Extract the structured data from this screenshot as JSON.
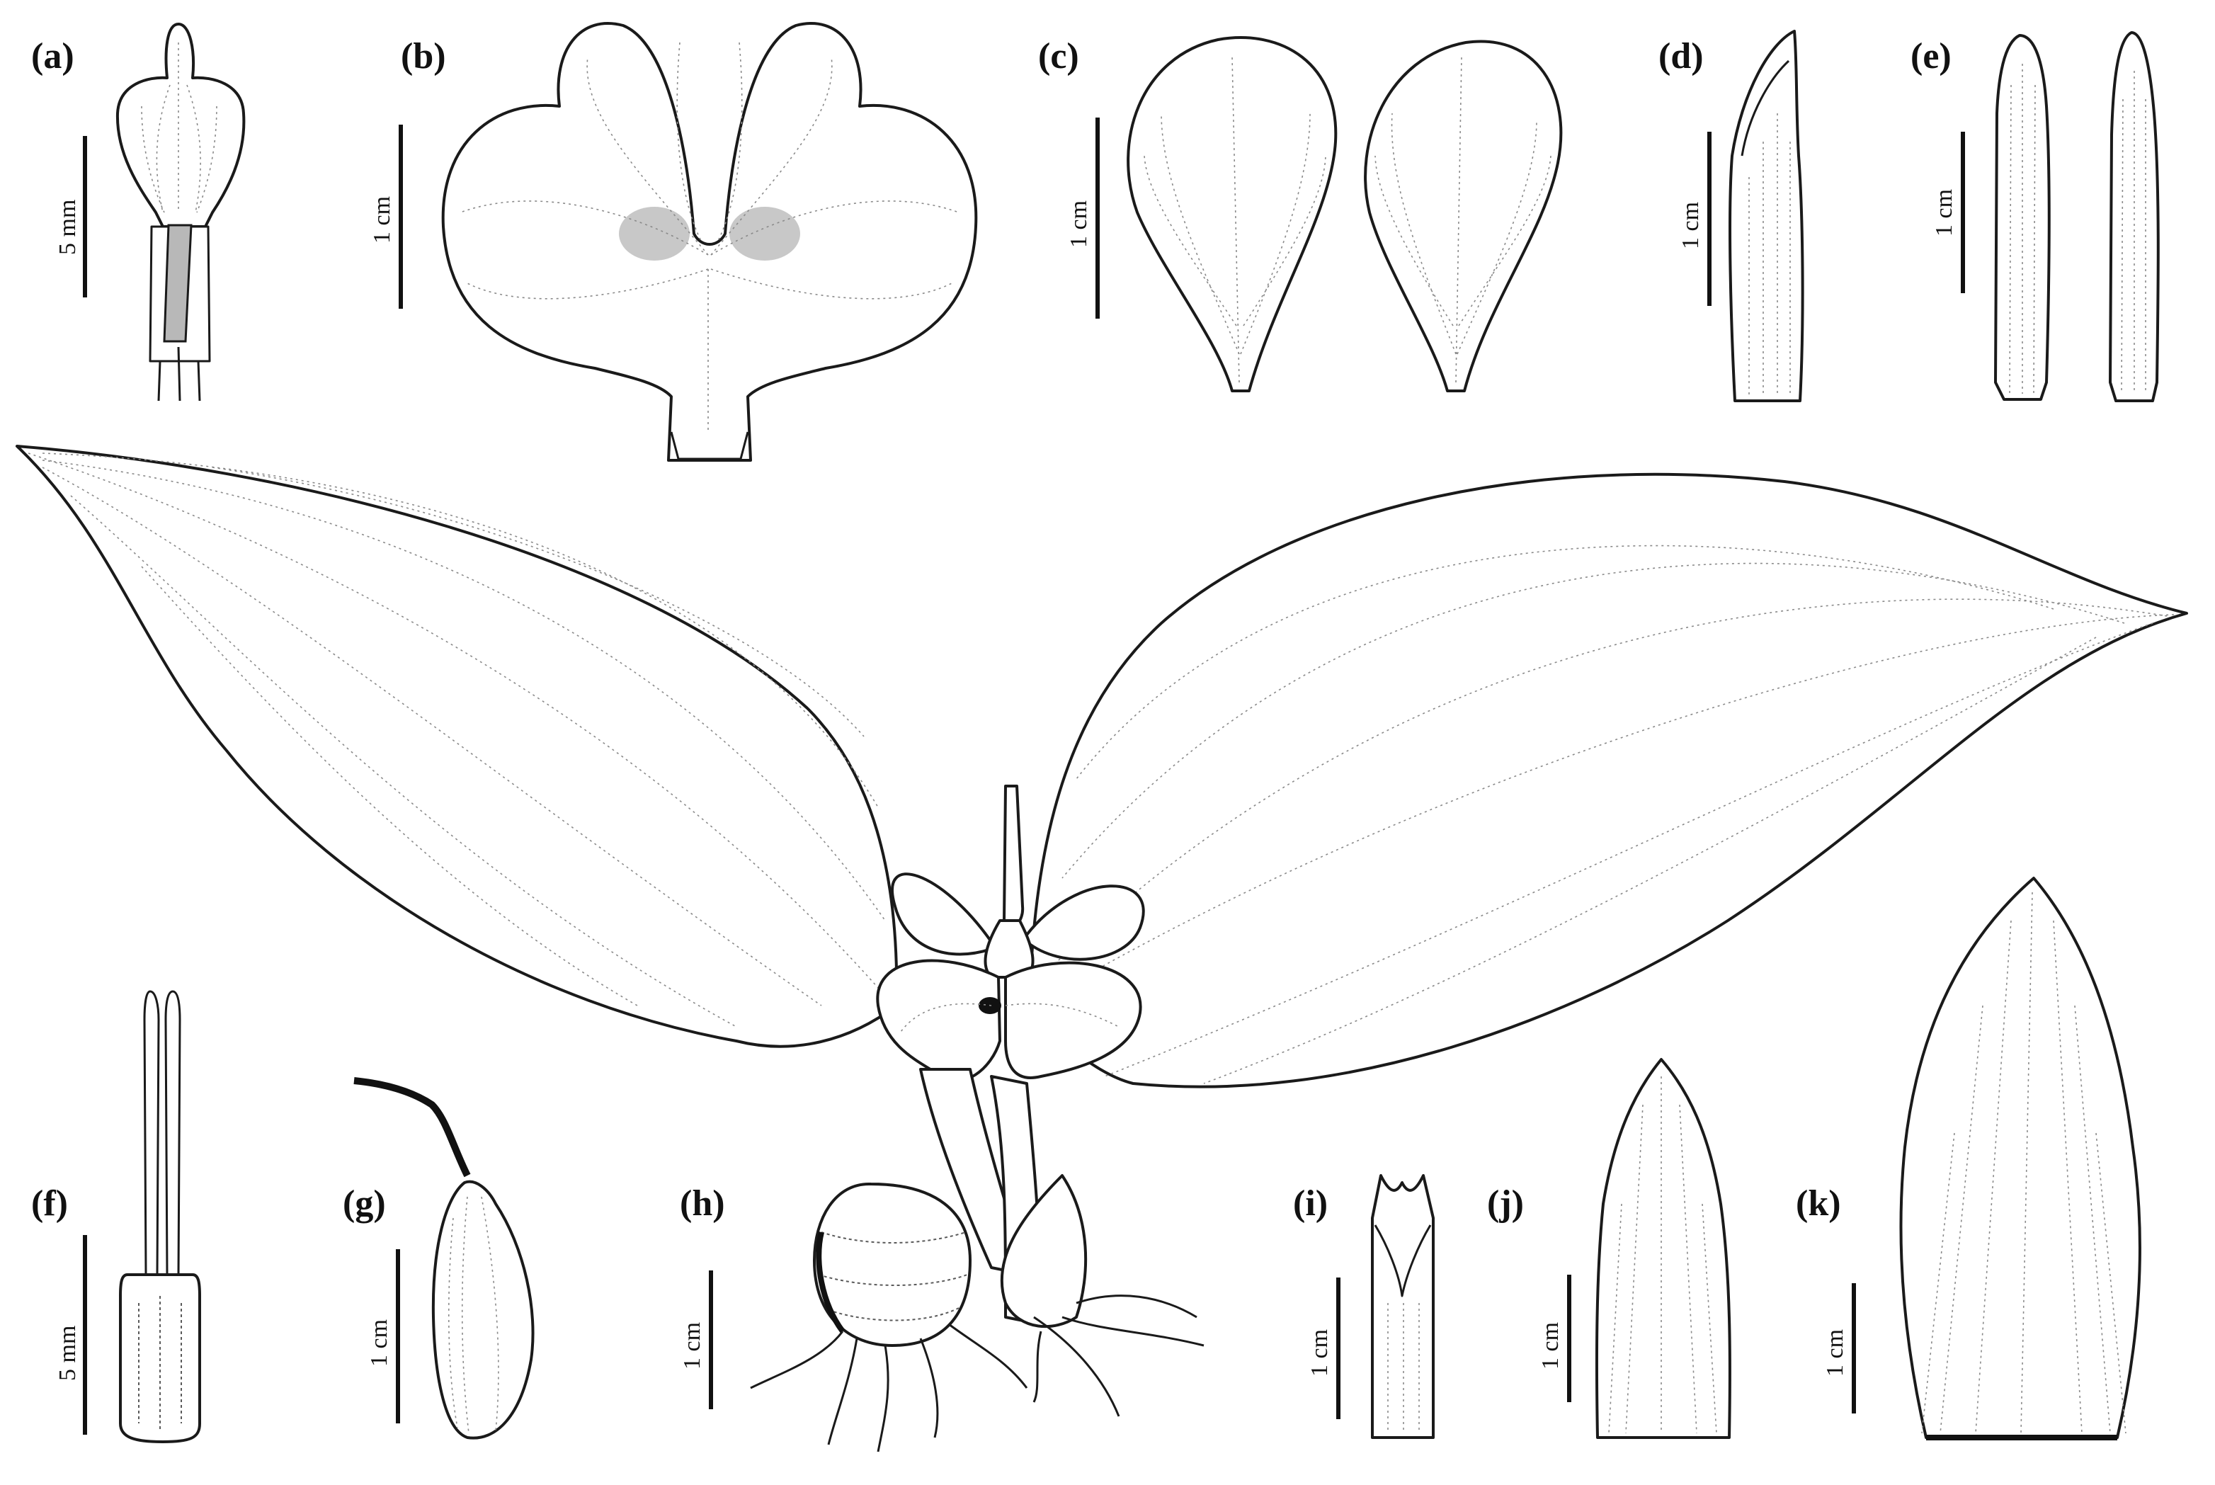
{
  "panels": {
    "a": {
      "label": "(a)",
      "scale": "5 mm"
    },
    "b": {
      "label": "(b)",
      "scale": "1 cm"
    },
    "c": {
      "label": "(c)",
      "scale": "1 cm"
    },
    "d": {
      "label": "(d)",
      "scale": "1 cm"
    },
    "e": {
      "label": "(e)",
      "scale": "1 cm"
    },
    "f": {
      "label": "(f)",
      "scale": "5 mm"
    },
    "g": {
      "label": "(g)",
      "scale": "1 cm"
    },
    "h": {
      "label": "(h)",
      "scale": "1 cm"
    },
    "i": {
      "label": "(i)",
      "scale": "1 cm"
    },
    "j": {
      "label": "(j)",
      "scale": "1 cm"
    },
    "k": {
      "label": "(k)",
      "scale": "1 cm"
    }
  },
  "colors": {
    "ink": "#1a1a1a",
    "vein": "#8a8a8a",
    "background": "#ffffff"
  }
}
